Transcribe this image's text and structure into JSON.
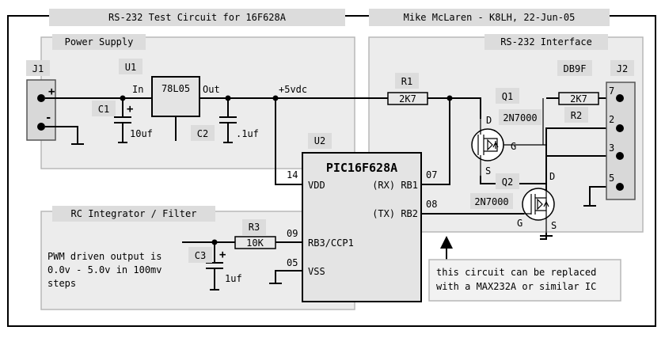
{
  "header": {
    "title": "RS-232 Test Circuit for 16F628A",
    "author": "Mike McLaren - K8LH, 22-Jun-05"
  },
  "sections": {
    "power_supply": "Power Supply",
    "rs232_interface": "RS-232 Interface",
    "rc_filter": "RC Integrator / Filter"
  },
  "components": {
    "j1": "J1",
    "j2": "J2",
    "db9": "DB9F",
    "u1": "U1",
    "regulator": "78L05",
    "reg_in": "In",
    "reg_out": "Out",
    "c1": "C1",
    "c1_value": "10uf",
    "c2": "C2",
    "c2_value": ".1uf",
    "vcc": "+5vdc",
    "r1": "R1",
    "r1_value": "2K7",
    "r2": "R2",
    "r2_value": "2K7",
    "q1": "Q1",
    "q1_part": "2N7000",
    "q2": "Q2",
    "q2_part": "2N7000",
    "u2": "U2",
    "mcu": "PIC16F628A",
    "r3": "R3",
    "r3_value": "10K",
    "c3": "C3",
    "c3_value": "1uf",
    "plus": "+",
    "minus": "-",
    "gate": "G",
    "drain": "D",
    "source": "S"
  },
  "mcu_pins": {
    "p14_num": "14",
    "p14_name": "VDD",
    "p05_num": "05",
    "p05_name": "VSS",
    "p09_num": "09",
    "p09_name": "RB3/CCP1",
    "p07_num": "07",
    "p07_name": "(RX) RB1",
    "p08_num": "08",
    "p08_name": "(TX) RB2"
  },
  "db9_pins": [
    "7",
    "2",
    "3",
    "5"
  ],
  "notes": {
    "pwm_line1": "PWM driven output is",
    "pwm_line2": "0.0v - 5.0v in 100mv",
    "pwm_line3": "steps",
    "replace_line1": "this circuit can be replaced",
    "replace_line2": "with a MAX232A or similar IC"
  }
}
